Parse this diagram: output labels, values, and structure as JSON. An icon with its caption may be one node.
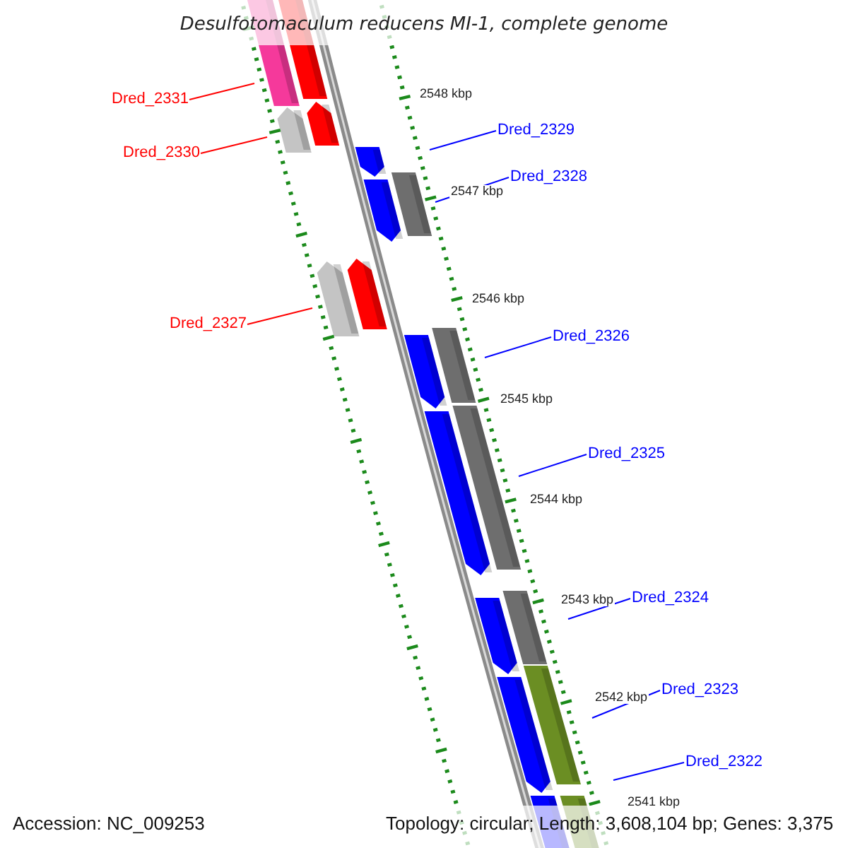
{
  "diagram": {
    "title": "Desulfotomaculum reducens MI-1, complete genome",
    "nodes": [
      {
        "text": [
          "Dred_2331"
        ]
      },
      {
        "text": [
          "Dred_2329"
        ]
      },
      {
        "text": [
          "Dred_2330"
        ]
      },
      {
        "text": [
          "Dred_2328"
        ]
      },
      {
        "text": [
          "Dred_2327"
        ]
      },
      {
        "text": [
          "Dred_2326"
        ]
      },
      {
        "text": [
          "Dred_2325"
        ]
      },
      {
        "text": [
          "Dred_2324"
        ]
      },
      {
        "text": [
          "Dred_2323"
        ]
      },
      {
        "text": [
          "Dred_2322"
        ]
      }
    ],
    "edges": [
      {
        "from": 0,
        "to": null,
        "arrow": "none",
        "color": "#ff0000"
      },
      {
        "from": 1,
        "to": null,
        "arrow": "none"
      },
      {
        "from": 2,
        "to": null,
        "arrow": "none",
        "color": "#ff0000"
      },
      {
        "from": 3,
        "to": null,
        "arrow": "none"
      },
      {
        "from": 4,
        "to": null,
        "arrow": "none",
        "color": "#ff0000"
      },
      {
        "from": 5,
        "to": null,
        "arrow": "none"
      },
      {
        "from": 6,
        "to": null,
        "arrow": "none"
      },
      {
        "from": 7,
        "to": null,
        "arrow": "none"
      },
      {
        "from": 8,
        "to": null,
        "arrow": "none"
      },
      {
        "from": 9,
        "to": null,
        "arrow": "none"
      }
    ],
    "labels": [
      "2548 kbp",
      "2547 kbp",
      "2546 kbp",
      "2545 kbp",
      "2544 kbp",
      "2543 kbp",
      "2542 kbp",
      "2541 kbp",
      "Accession: NC_009253",
      "Topology: circular; Length: 3,608,104 bp; Genes: 3,375"
    ]
  }
}
